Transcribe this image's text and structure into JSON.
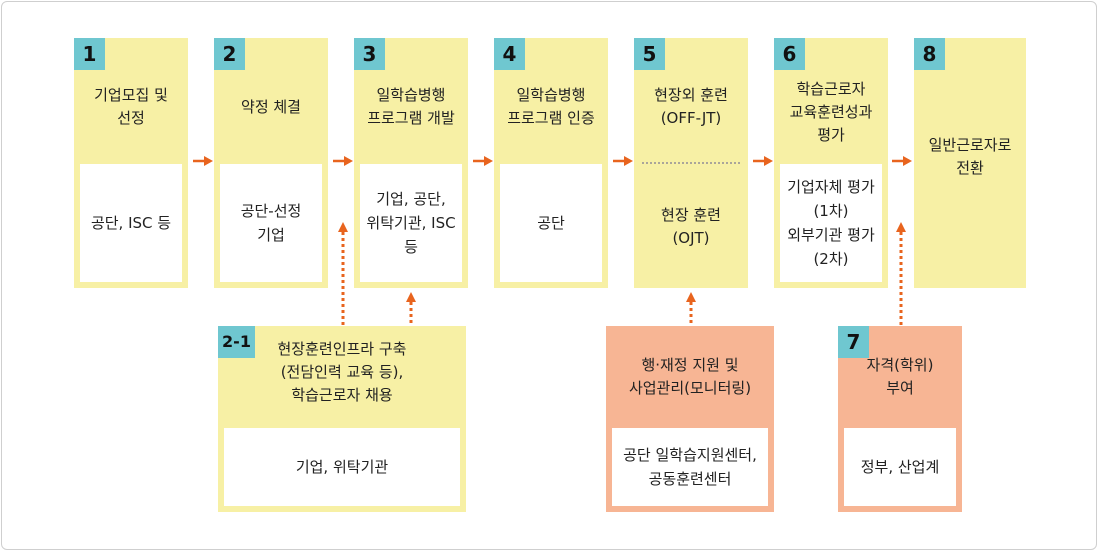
{
  "steps": {
    "s1": {
      "num": "1",
      "title": "기업모집 및\n선정",
      "body": "공단, ISC 등"
    },
    "s2": {
      "num": "2",
      "title": "약정 체결",
      "body": "공단-선정\n기업"
    },
    "s3": {
      "num": "3",
      "title": "일학습병행\n프로그램 개발",
      "body": "기업, 공단,\n위탁기관, ISC\n등"
    },
    "s4": {
      "num": "4",
      "title": "일학습병행\n프로그램 인증",
      "body": "공단"
    },
    "s5": {
      "num": "5",
      "title": "현장외 훈련\n(OFF-JT)",
      "title2": "현장 훈련\n(OJT)"
    },
    "s6": {
      "num": "6",
      "title": "학습근로자\n교육훈련성과\n평가",
      "body": "기업자체 평가\n(1차)\n외부기관 평가\n(2차)"
    },
    "s8": {
      "num": "8",
      "title": "일반근로자로\n전환"
    },
    "s21": {
      "num": "2-1",
      "title": "현장훈련인프라 구축\n(전담인력 교육 등),\n학습근로자 채용",
      "body": "기업, 위탁기관"
    },
    "sup": {
      "title": "행·재정 지원 및\n사업관리(모니터링)",
      "body": "공단 일학습지원센터,\n공동훈련센터"
    },
    "s7": {
      "num": "7",
      "title": "자격(학위)\n부여",
      "body": "정부, 산업계"
    }
  },
  "colors": {
    "step_fill": "#f7f0a5",
    "support_fill": "#f7b594",
    "number_tab": "#6fc7d0",
    "arrow": "#e8641e"
  }
}
